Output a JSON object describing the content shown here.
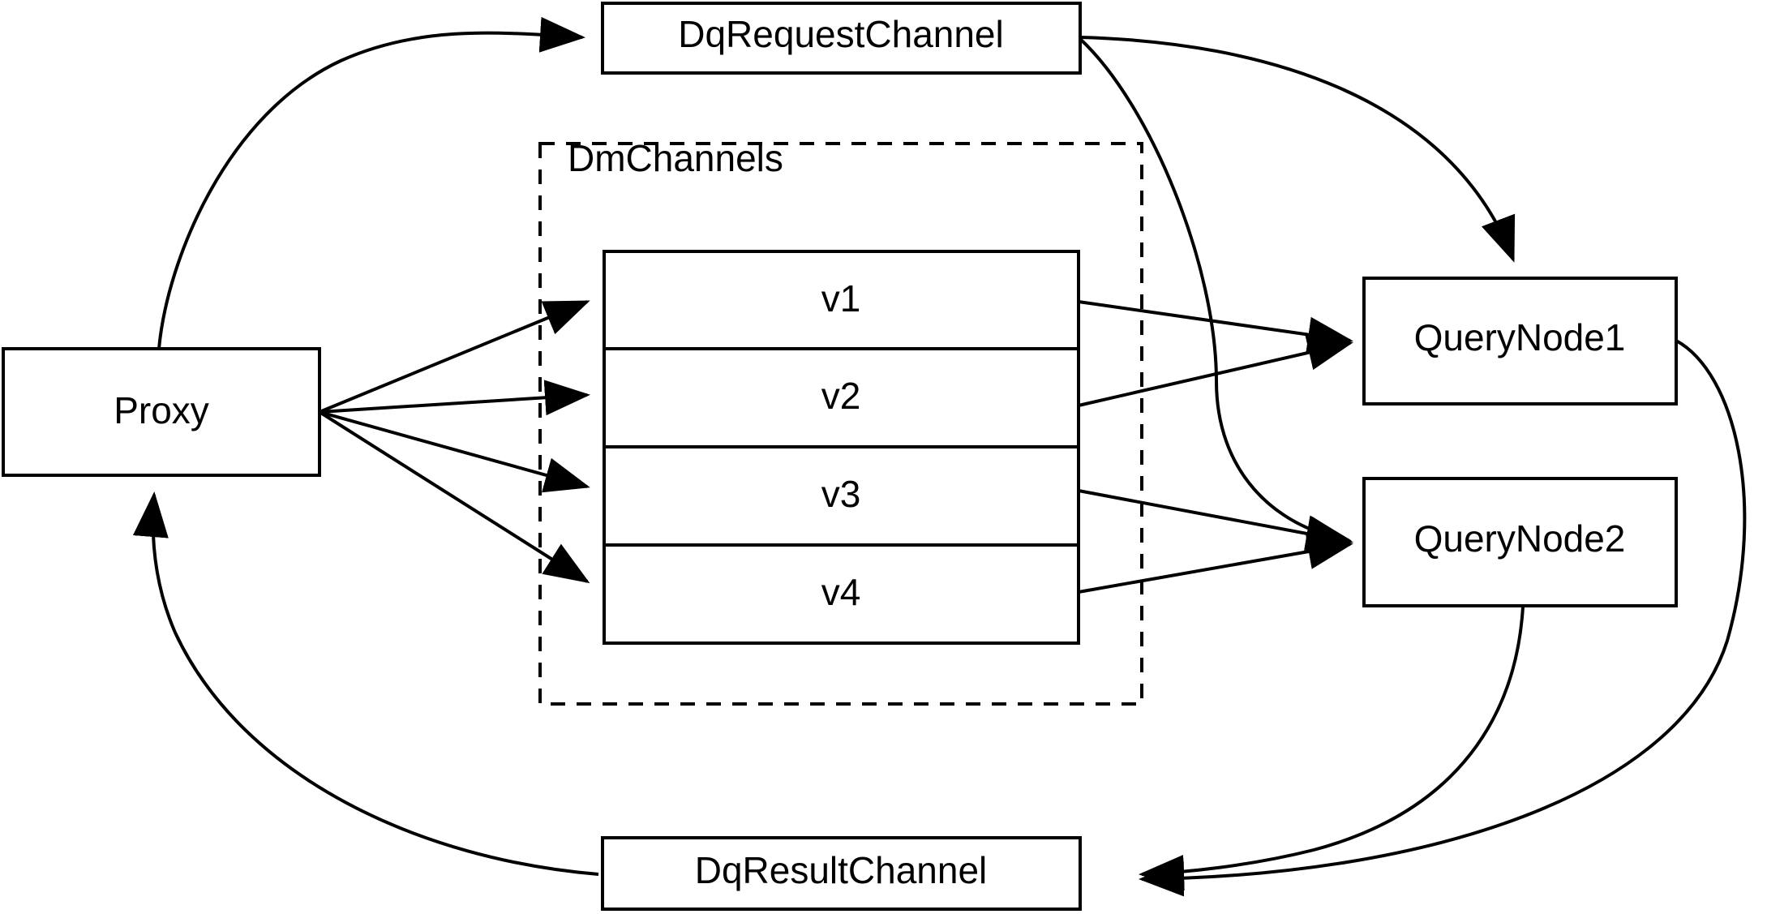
{
  "diagram": {
    "title": "Milvus query flow: Proxy, DmChannels, QueryNodes",
    "background_color": "#ffffff",
    "stroke_color": "#000000"
  },
  "nodes": {
    "proxy": {
      "label": "Proxy"
    },
    "dq_request_channel": {
      "label": "DqRequestChannel"
    },
    "dq_result_channel": {
      "label": "DqResultChannel"
    },
    "query_node_1": {
      "label": "QueryNode1"
    },
    "query_node_2": {
      "label": "QueryNode2"
    }
  },
  "group": {
    "label": "DmChannels",
    "channels": [
      {
        "label": "v1"
      },
      {
        "label": "v2"
      },
      {
        "label": "v3"
      },
      {
        "label": "v4"
      }
    ]
  },
  "edges": [
    {
      "from": "Proxy",
      "to": "DqRequestChannel",
      "arrow": true
    },
    {
      "from": "Proxy",
      "to": "v1",
      "arrow": true
    },
    {
      "from": "Proxy",
      "to": "v2",
      "arrow": true
    },
    {
      "from": "Proxy",
      "to": "v3",
      "arrow": true
    },
    {
      "from": "Proxy",
      "to": "v4",
      "arrow": true
    },
    {
      "from": "DqRequestChannel",
      "to": "QueryNode1",
      "arrow": true
    },
    {
      "from": "DqRequestChannel",
      "to": "QueryNode2",
      "arrow": true
    },
    {
      "from": "v1",
      "to": "QueryNode1",
      "arrow": true
    },
    {
      "from": "v2",
      "to": "QueryNode1",
      "arrow": true
    },
    {
      "from": "v3",
      "to": "QueryNode2",
      "arrow": true
    },
    {
      "from": "v4",
      "to": "QueryNode2",
      "arrow": true
    },
    {
      "from": "QueryNode1",
      "to": "DqResultChannel",
      "arrow": true
    },
    {
      "from": "QueryNode2",
      "to": "DqResultChannel",
      "arrow": true
    },
    {
      "from": "DqResultChannel",
      "to": "Proxy",
      "arrow": true
    }
  ]
}
